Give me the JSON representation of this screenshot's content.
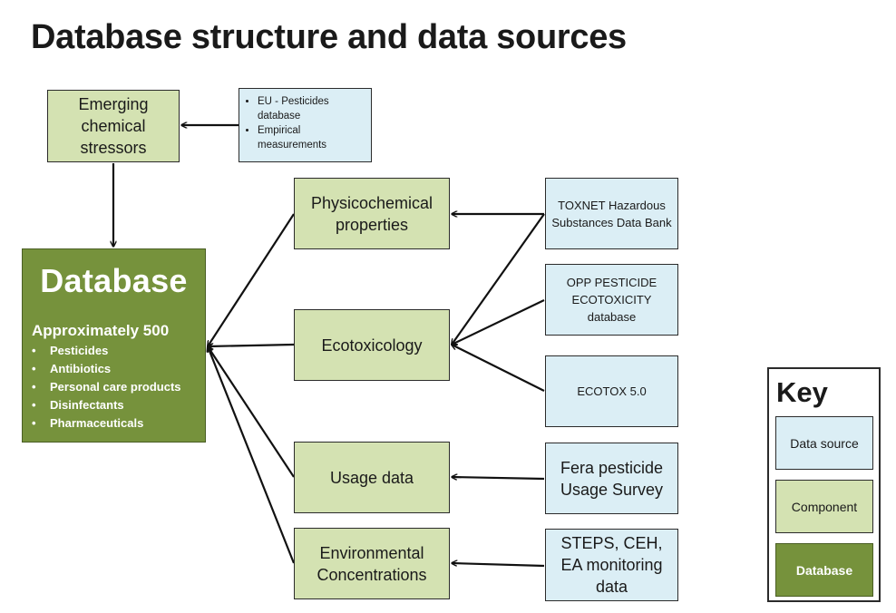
{
  "title": "Database structure and data sources",
  "database": {
    "heading": "Database",
    "subheading": "Approximately 500",
    "items": [
      "Pesticides",
      "Antibiotics",
      "Personal care products",
      "Disinfectants",
      "Pharmaceuticals"
    ]
  },
  "components": {
    "emerging": "Emerging chemical stressors",
    "physicochemical": "Physicochemical properties",
    "ecotoxicology": "Ecotoxicology",
    "usage": "Usage data",
    "environmental": "Environmental Concentrations"
  },
  "sources": {
    "eu": [
      "EU - Pesticides database",
      "Empirical measurements"
    ],
    "toxnet": "TOXNET Hazardous Substances Data Bank",
    "opp": "OPP PESTICIDE ECOTOXICITY database",
    "ecotox": "ECOTOX 5.0",
    "fera": "Fera pesticide Usage Survey",
    "steps": "STEPS, CEH, EA monitoring data"
  },
  "key": {
    "title": "Key",
    "data_source": "Data source",
    "component": "Component",
    "database": "Database"
  },
  "colors": {
    "data_source": "#dbeef5",
    "component": "#d4e2b2",
    "database": "#76923c"
  }
}
